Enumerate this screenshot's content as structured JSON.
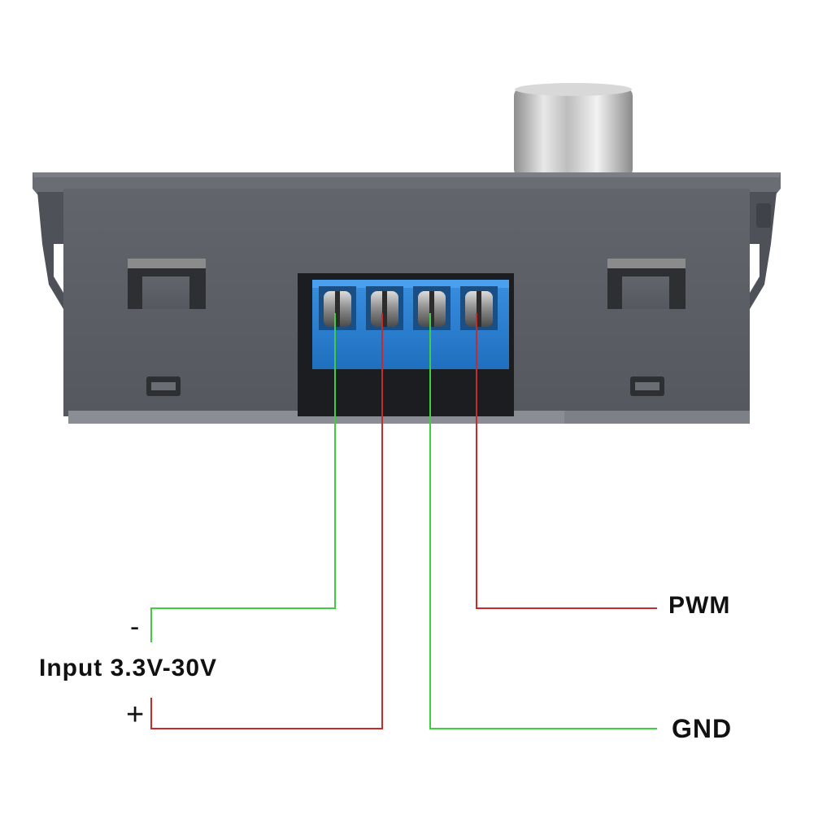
{
  "labels": {
    "input_range": "Input 3.3V-30V",
    "minus": "-",
    "plus": "+",
    "pwm": "PWM",
    "gnd": "GND"
  },
  "wires": [
    {
      "id": "wire-input-negative",
      "color": "#3ecf3e"
    },
    {
      "id": "wire-input-positive",
      "color": "#c62a2a"
    },
    {
      "id": "wire-gnd",
      "color": "#3ecf3e"
    },
    {
      "id": "wire-pwm",
      "color": "#c62a2a"
    }
  ],
  "colors": {
    "housing": "#5c5f66",
    "housing_top": "#6b6e75",
    "terminal_block": "#2a7fd0",
    "knob": "#c9c9c9"
  }
}
